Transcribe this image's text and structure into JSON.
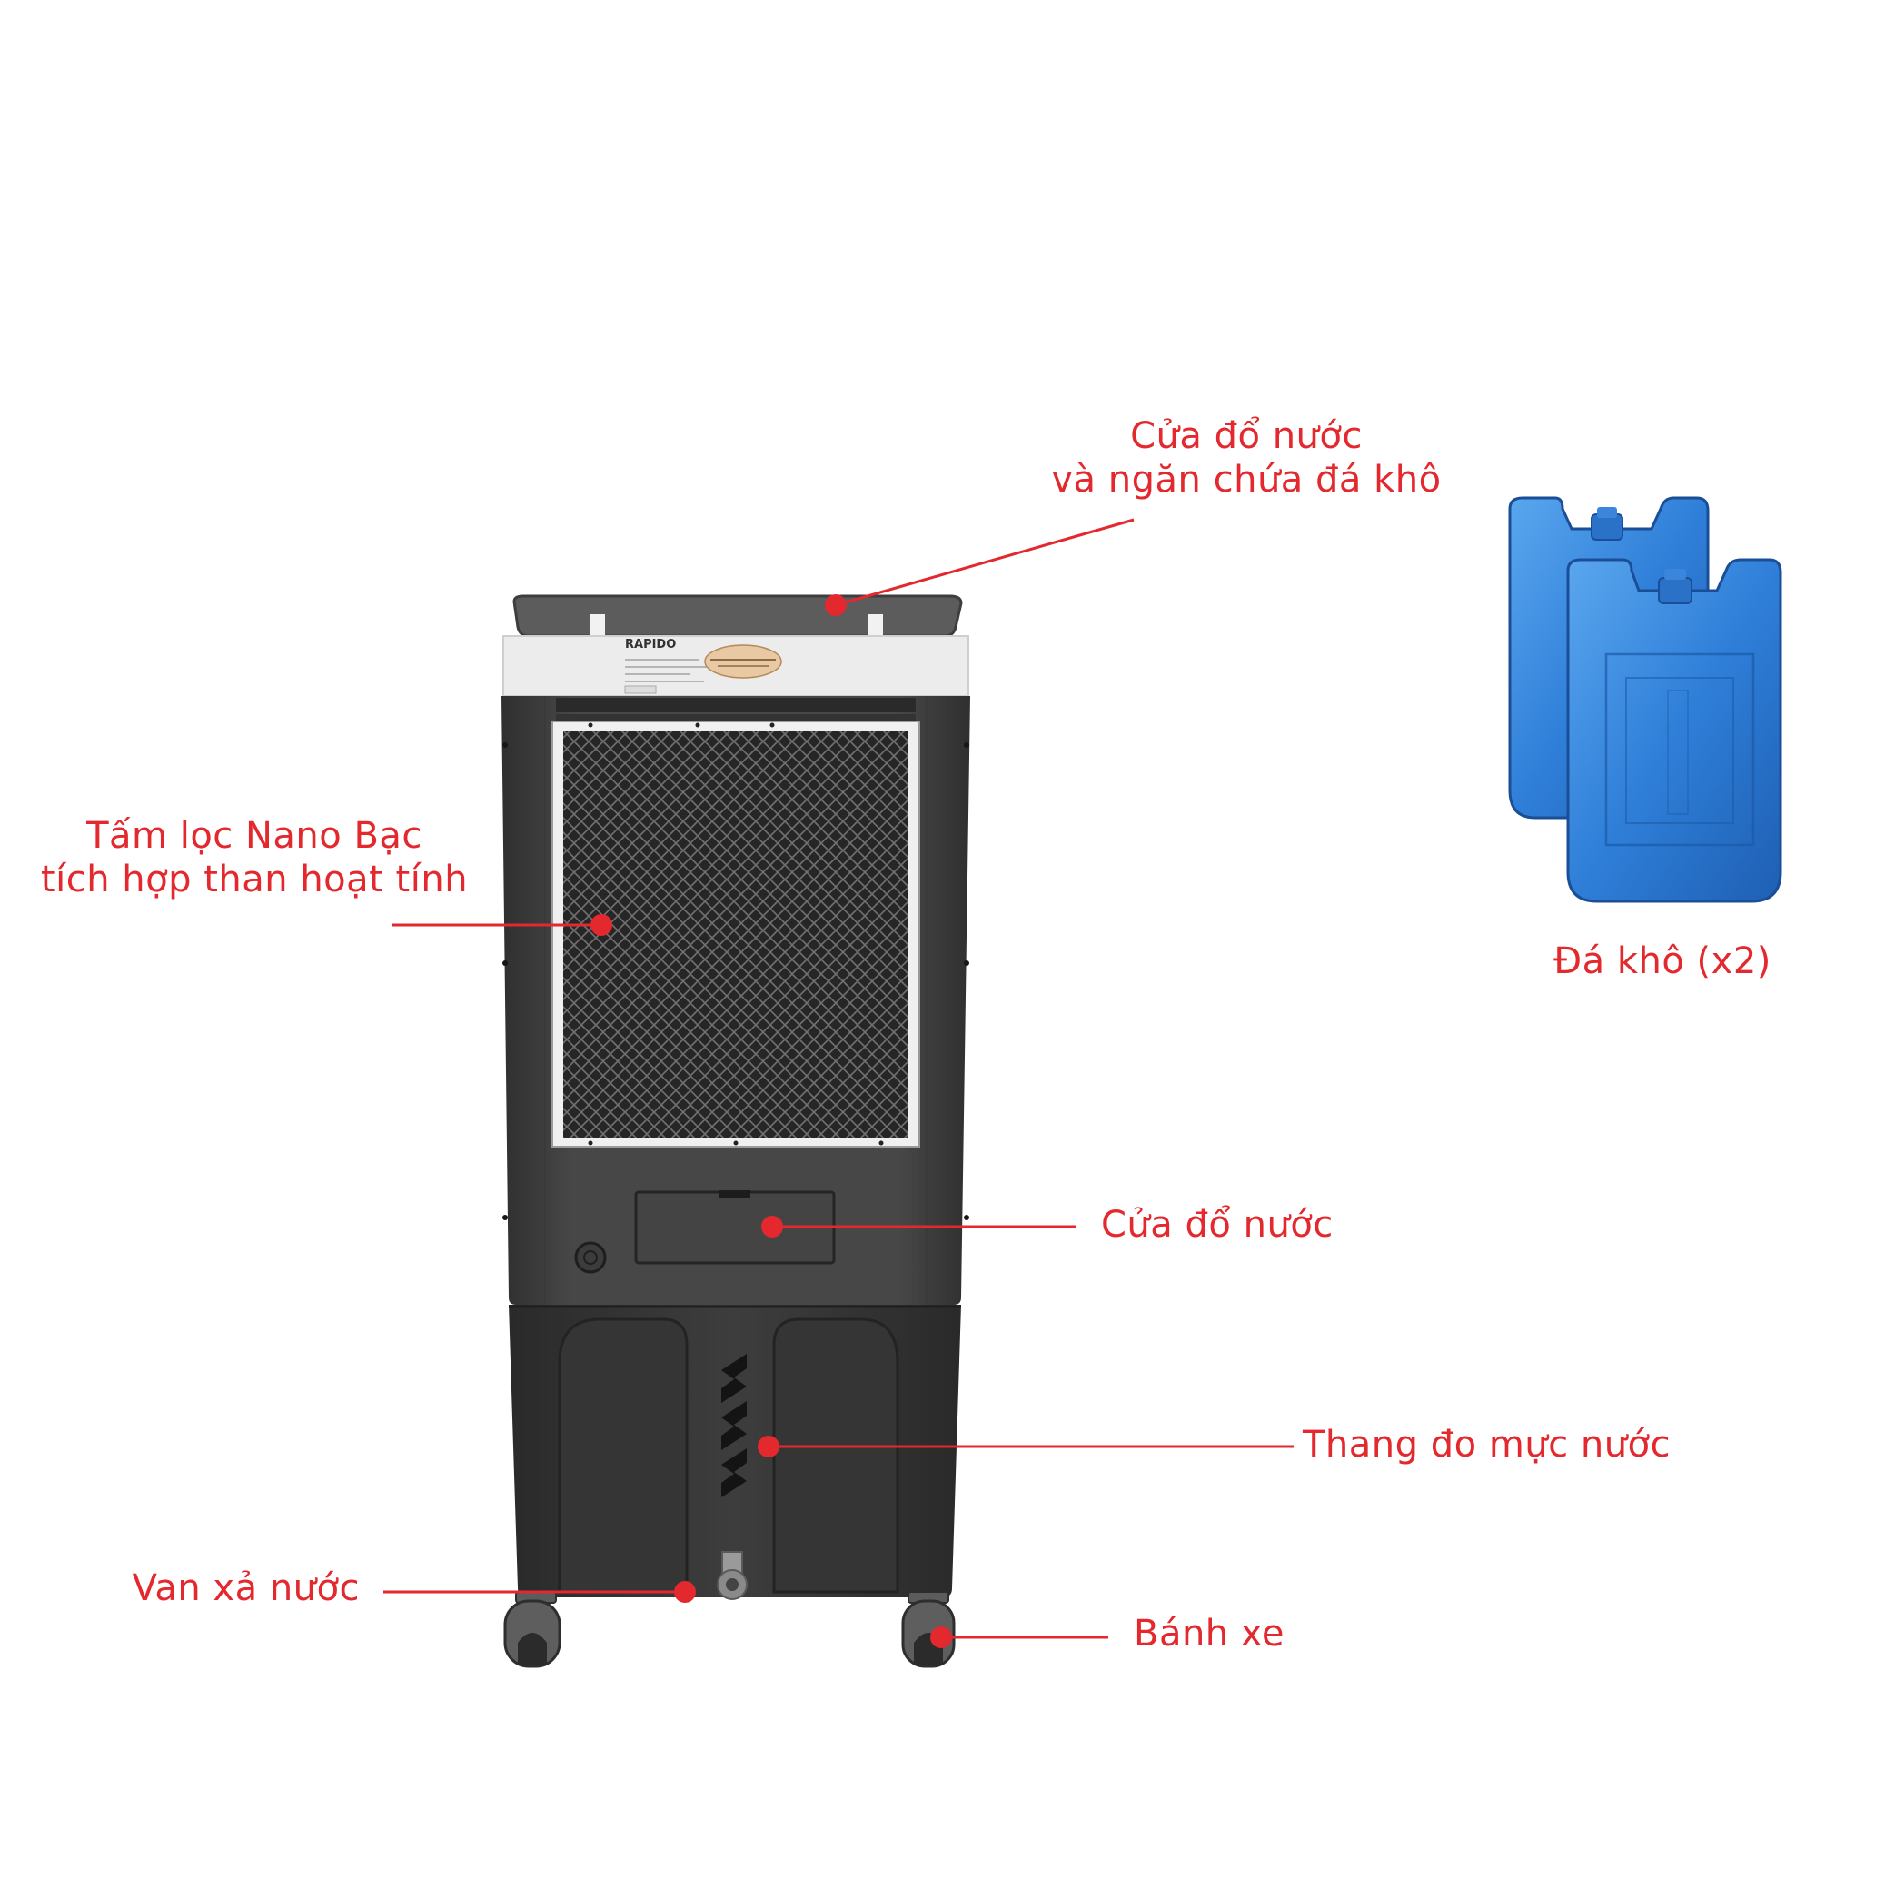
{
  "colors": {
    "annotation": "#e3282e",
    "body_dark": "#3b3b3b",
    "body_mid": "#4a4a4a",
    "panel_white": "#eeeeee",
    "ice_pack_blue": "#2f7fd9"
  },
  "product": {
    "brand_logo_text": "RAPIDO",
    "sticker_text": ""
  },
  "annotations": {
    "top_lid_line1": "Cửa đổ nước",
    "top_lid_line2": "và ngăn chứa đá khô",
    "filter_line1": "Tấm lọc Nano Bạc",
    "filter_line2": "tích hợp than hoạt tính",
    "water_door": "Cửa đổ nước",
    "water_gauge": "Thang đo mực nước",
    "drain_valve": "Van xả nước",
    "wheels": "Bánh xe",
    "ice_packs": "Đá khô (x2)"
  }
}
